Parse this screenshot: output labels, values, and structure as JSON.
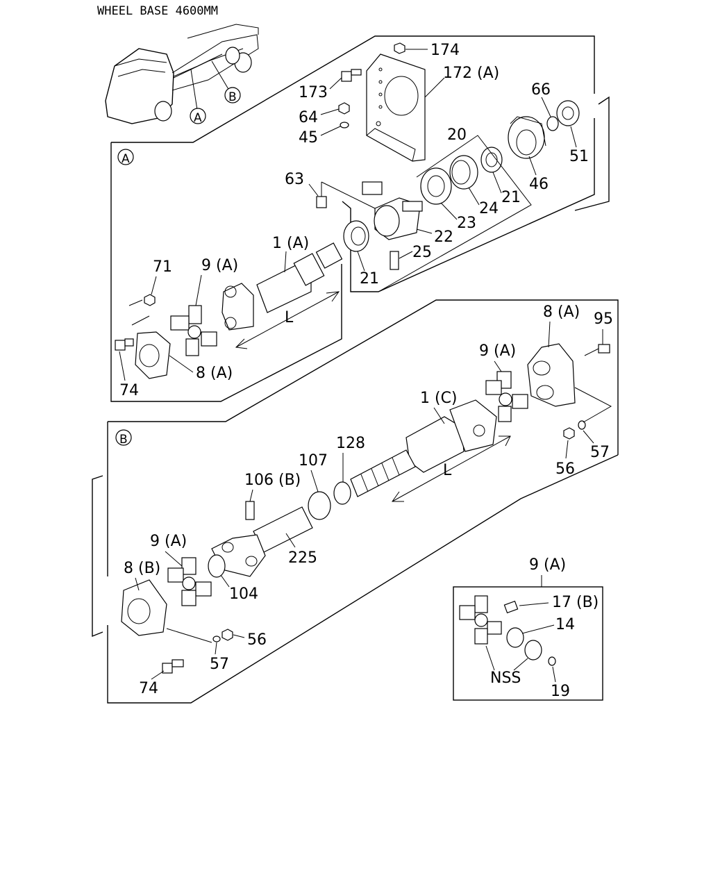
{
  "title": "WHEEL BASE 4600MM",
  "truck": {
    "callout_a": "A",
    "callout_b": "B"
  },
  "section_a": {
    "marker": "A",
    "labels": {
      "p174": "174",
      "p172a": "172 (A)",
      "p173": "173",
      "p64": "64",
      "p45": "45",
      "p66": "66",
      "p20": "20",
      "p51": "51",
      "p46": "46",
      "p63": "63",
      "p21a": "21",
      "p24": "24",
      "p23": "23",
      "p22": "22",
      "p25": "25",
      "p21b": "21",
      "p1a": "1 (A)",
      "p71": "71",
      "p9a": "9 (A)",
      "pL": "L",
      "p8a": "8 (A)",
      "p74": "74"
    }
  },
  "section_b": {
    "marker": "B",
    "labels": {
      "p8a": "8 (A)",
      "p95": "95",
      "p9a_top": "9 (A)",
      "p1c": "1 (C)",
      "p128": "128",
      "p107": "107",
      "pL": "L",
      "p56a": "56",
      "p57a": "57",
      "p106b": "106 (B)",
      "p9a_left": "9 (A)",
      "p8b": "8 (B)",
      "p225": "225",
      "p104": "104",
      "p56b": "56",
      "p57b": "57",
      "p74": "74"
    }
  },
  "inset": {
    "heading": "9 (A)",
    "labels": {
      "p17b": "17 (B)",
      "p14": "14",
      "pNSS": "NSS",
      "p19": "19"
    }
  }
}
